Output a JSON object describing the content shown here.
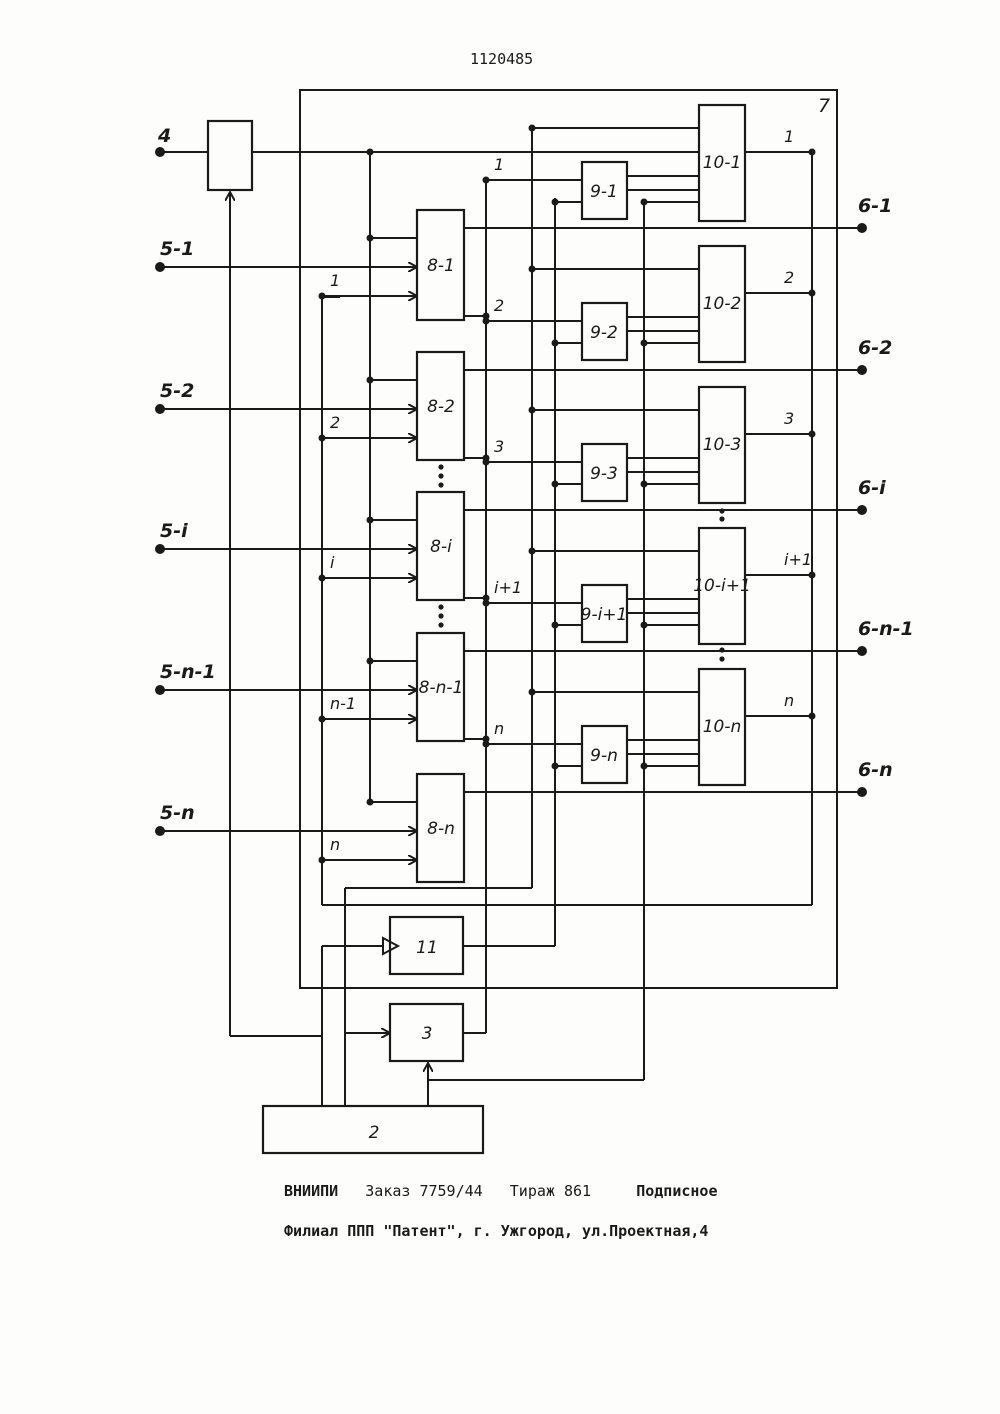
{
  "patent_number": "1120485",
  "frame_label": "7",
  "footer": {
    "org": "ВНИИПИ",
    "order": "Заказ 7759/44",
    "circulation": "Тираж 861",
    "subscription": "Подписное",
    "branch": "Филиал ППП \"Патент\", г. Ужгород, ул.Проектная,4"
  },
  "blocks": {
    "b2": "2",
    "b3": "3",
    "b11": "11",
    "b8": [
      "8-1",
      "8-2",
      "8-i",
      "8-n-1",
      "8-n"
    ],
    "b9": [
      "9-1",
      "9-2",
      "9-3",
      "9-i+1",
      "9-n"
    ],
    "b10": [
      "10-1",
      "10-2",
      "10-3",
      "10-i+1",
      "10-n"
    ]
  },
  "inputs": [
    "4",
    "5-1",
    "5-2",
    "5-i",
    "5-n-1",
    "5-n"
  ],
  "outputs": [
    "6-1",
    "6-2",
    "6-i",
    "6-n-1",
    "6-n"
  ],
  "wire_labels_left": [
    "1",
    "2",
    "i",
    "n-1",
    "n"
  ],
  "wire_labels_mid": [
    "1",
    "2",
    "3",
    "i+1",
    "n"
  ],
  "wire_labels_right": [
    "1",
    "2",
    "3",
    "i+1",
    "n"
  ]
}
